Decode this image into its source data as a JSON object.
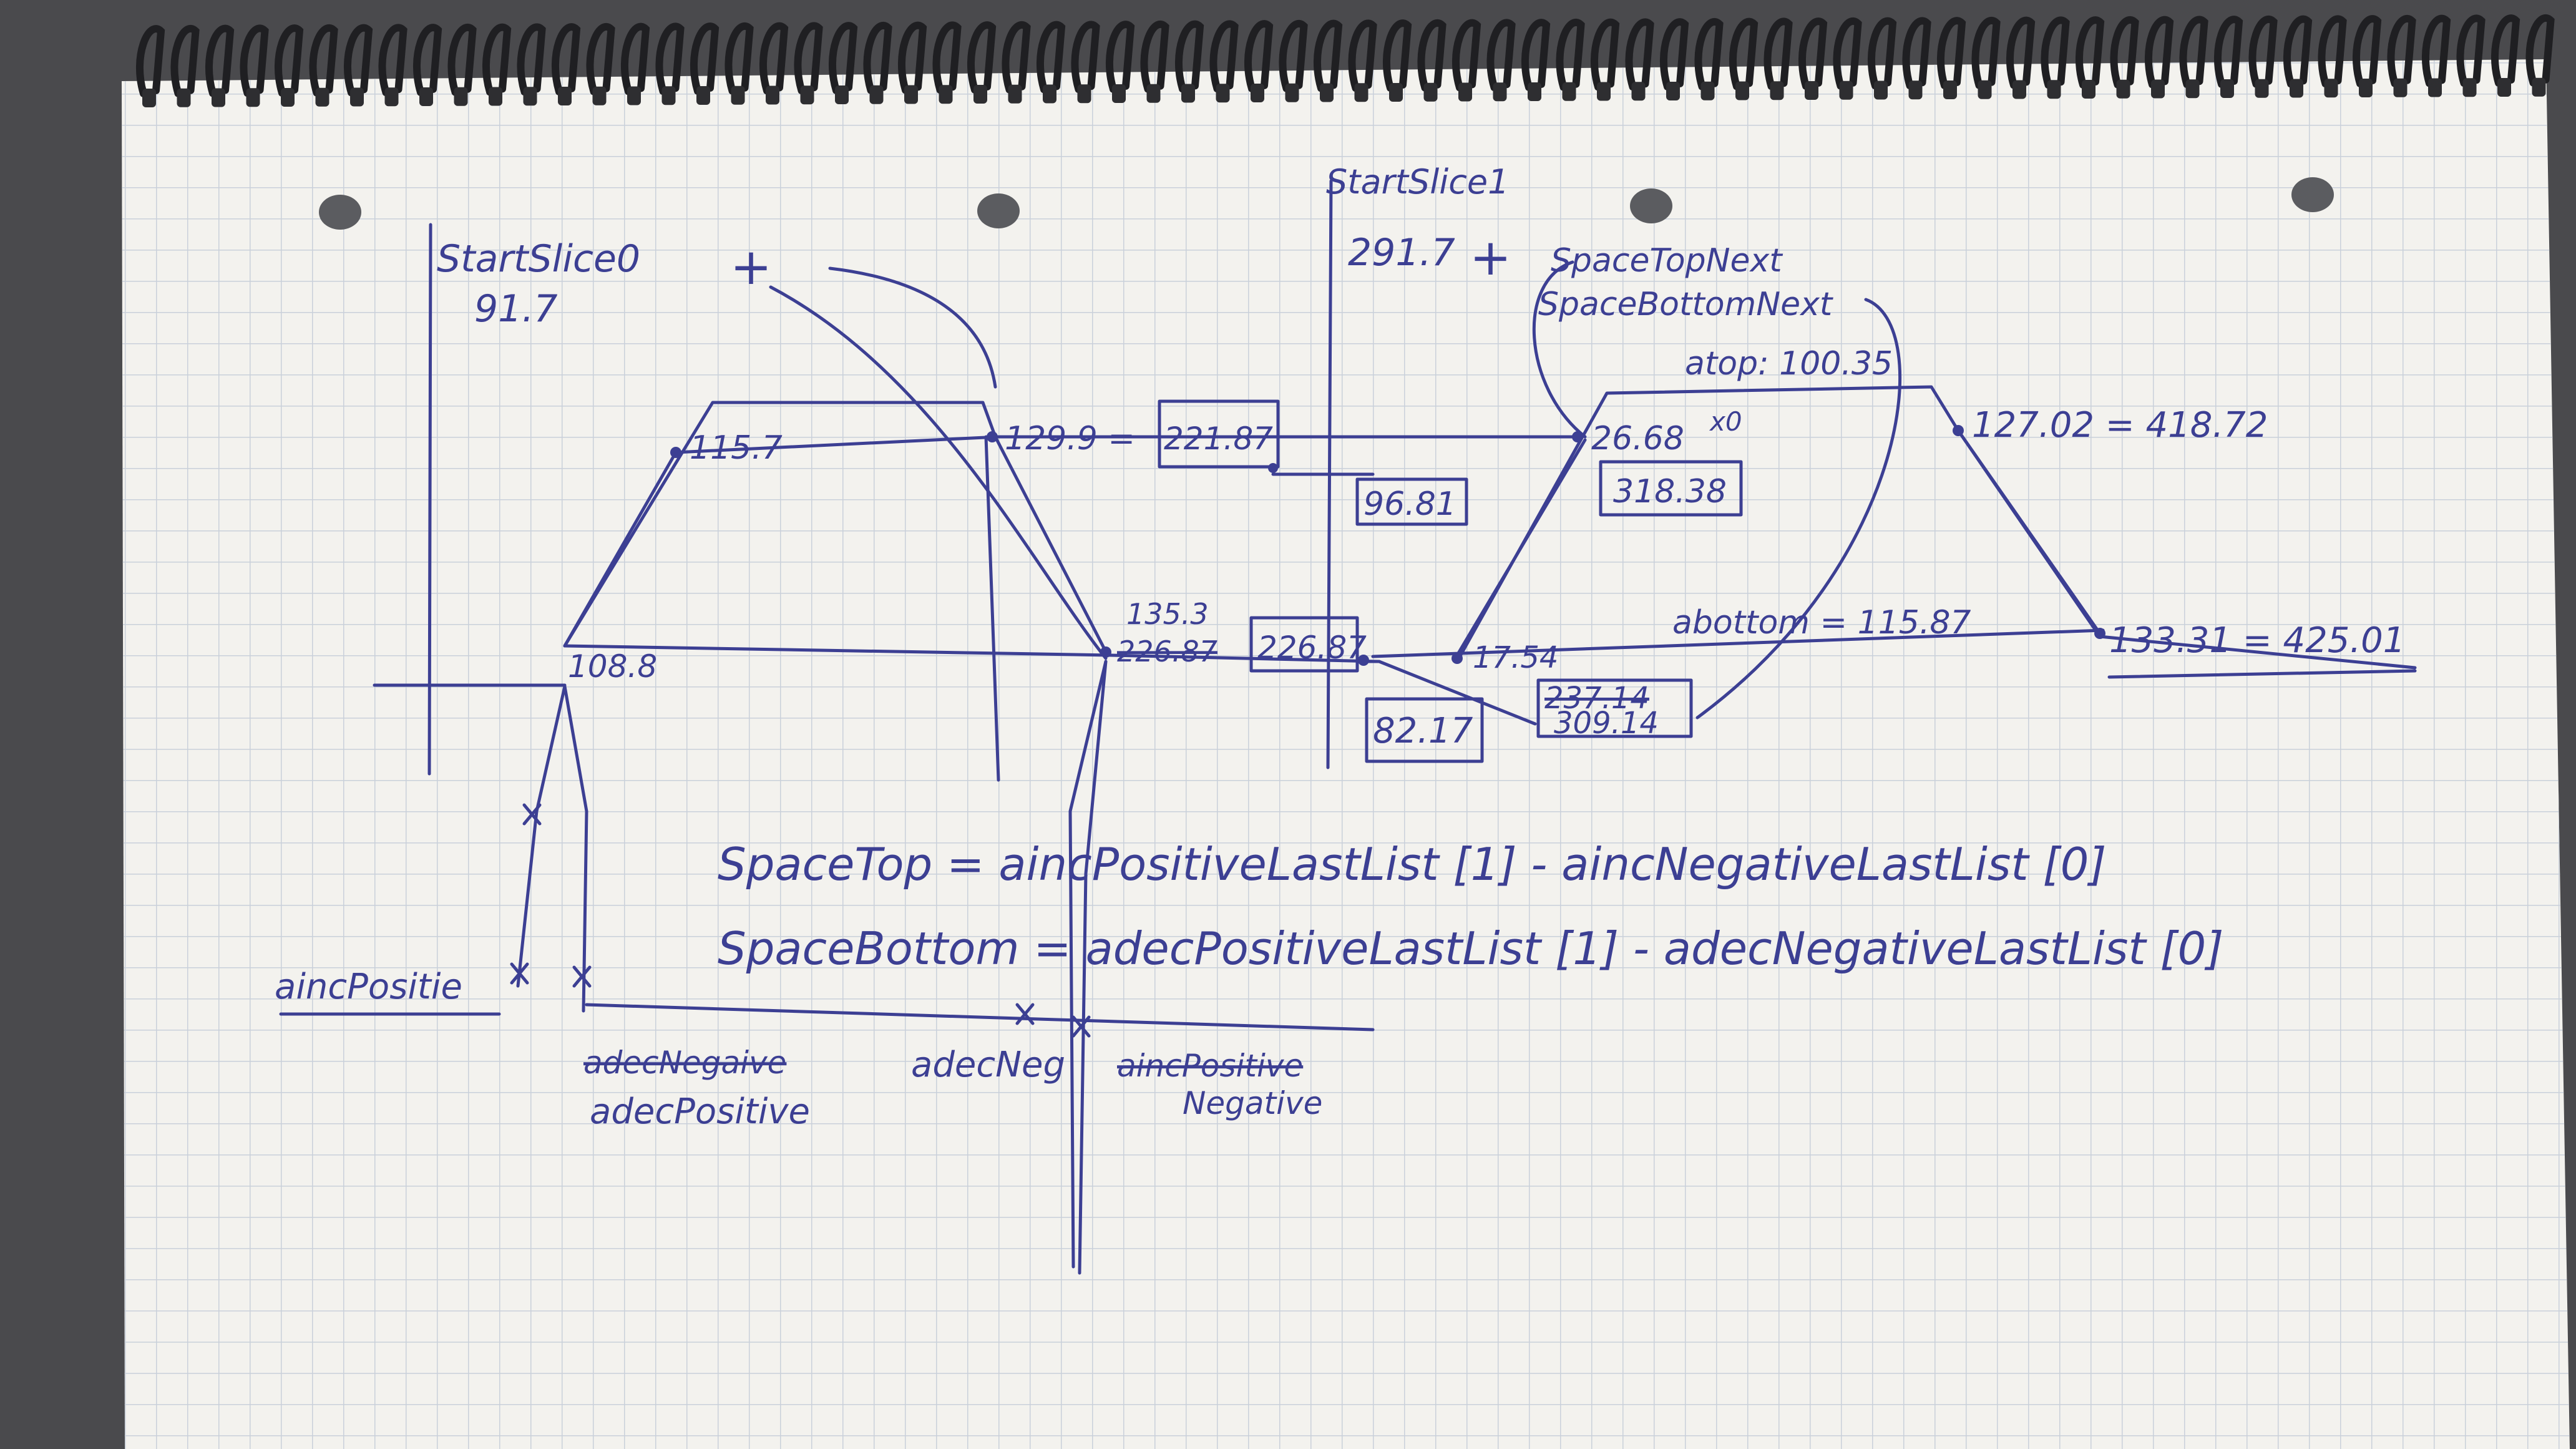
{
  "colors": {
    "background": "#4a4a4d",
    "paper": "#f3f2ee",
    "grid": "#c9d0da",
    "ink": "#3c3f93",
    "hole": "#5b5c60",
    "spiral": "#1f1f22"
  },
  "notes": {
    "start_slice_0": "StartSlice0",
    "start_slice_0_value": "91.7",
    "start_slice_1": "StartSlice1",
    "start_slice_1_value": "291.7",
    "plus_mark": "+",
    "space_top_next": "SpaceTopNext",
    "space_bottom_next": "SpaceBottomNext",
    "atop": "atop: 100.35",
    "x_mark": "x0",
    "v_115_7": "115.7",
    "v_129_9": "129.9 =",
    "box_221_87": "221.87",
    "box_96_81": "96.81",
    "v_26_68": "26.68",
    "box_318_38": "318.38",
    "v_127_02": "127.02 = 418.72",
    "v_108_8": "108.8",
    "v_135_3": "135.3",
    "v_226_87_strike": "226.87",
    "box_226_87": "226.87",
    "v_17_54": "17.54",
    "abottom": "abottom = 115.87",
    "box_82_17": "82.17",
    "box_237_14_strike": "237.14",
    "box_309_14": "309.14",
    "v_133_31": "133.31 = 425.01",
    "formula_space_top": "SpaceTop = aincPositiveLastList [1] - aincNegativeLastList [0]",
    "formula_space_bottom": "SpaceBottom = adecPositiveLastList [1] - adecNegativeLastList [0]",
    "label_ainc_positive": "aincPositie",
    "label_adec_negative_strike": "adecNegaive",
    "label_adec_positive": "adecPositive",
    "label_adec_neg": "adecNeg",
    "label_ainc_positive_strike": "aincPositive",
    "label_negative": "Negative"
  }
}
